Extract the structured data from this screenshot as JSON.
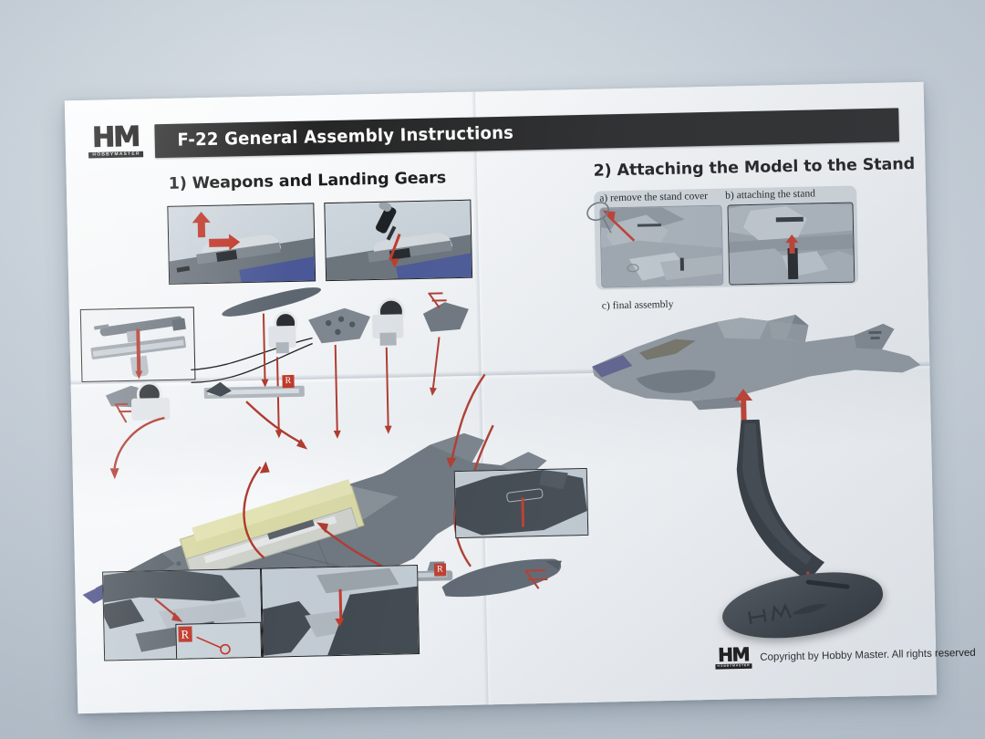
{
  "document": {
    "brand": "HM",
    "brand_sub": "HOBBYMASTER",
    "title": "F-22 General Assembly Instructions"
  },
  "sections": [
    {
      "id": "weapons",
      "heading": "1) Weapons and Landing Gears"
    },
    {
      "id": "stand",
      "heading": "2) Attaching the Model to the Stand"
    }
  ],
  "stand_steps": [
    {
      "key": "a",
      "label": "a) remove the stand cover"
    },
    {
      "key": "b",
      "label": "b) attaching the stand"
    },
    {
      "key": "c",
      "label": "c) final assembly"
    }
  ],
  "markers": {
    "retract_badge": "R"
  },
  "footer": {
    "brand": "HM",
    "brand_sub": "HOBBYMASTER",
    "copyright": "Copyright by Hobby Master. All rights reserved"
  },
  "colors": {
    "title_bar": "#262626",
    "arrow_red": "#b03a2e",
    "badge_red": "#c0392b",
    "paper": "#f6f8fa",
    "background": "#ccd5dd",
    "airframe_dark": "#5d6670",
    "airframe_mid": "#8d959d",
    "bay_yellow": "#d9d9a6",
    "nose_blue": "#4a4f86",
    "stand_dark": "#3a3f45"
  }
}
